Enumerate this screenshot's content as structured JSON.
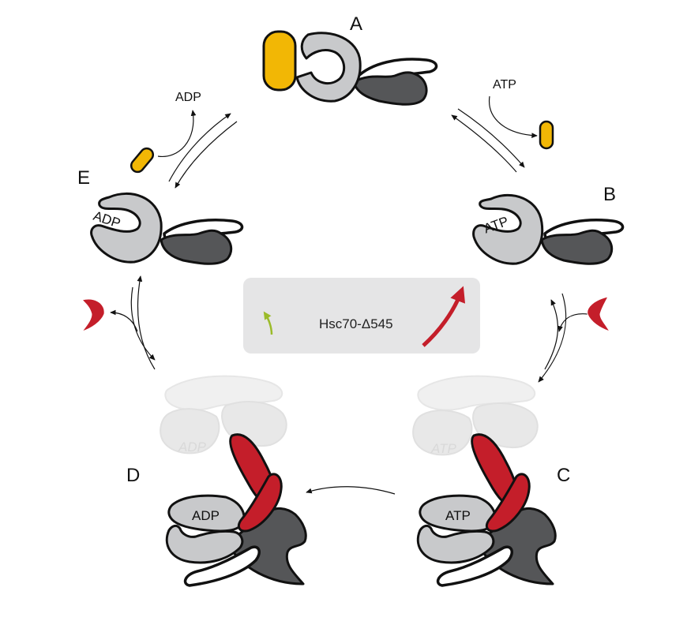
{
  "states": {
    "A": "A",
    "B": "B",
    "C": "C",
    "D": "D",
    "E": "E"
  },
  "nucleotides": {
    "B": "ATP",
    "C_faded": "ATP",
    "C": "ATP",
    "D_faded": "ADP",
    "D": "ADP",
    "E": "ADP"
  },
  "transitions": {
    "A_to_B_input": "ATP",
    "E_to_A_release": "ADP"
  },
  "center_box": {
    "label": "Hsc70-Δ545"
  },
  "colors": {
    "substrate": "#f2b705",
    "cochaperone": "#c41e2a",
    "nbd": "#c8c9cb",
    "sbd": "#555658",
    "box": "#e5e5e6",
    "small_arrow": "#9bbb2a"
  }
}
